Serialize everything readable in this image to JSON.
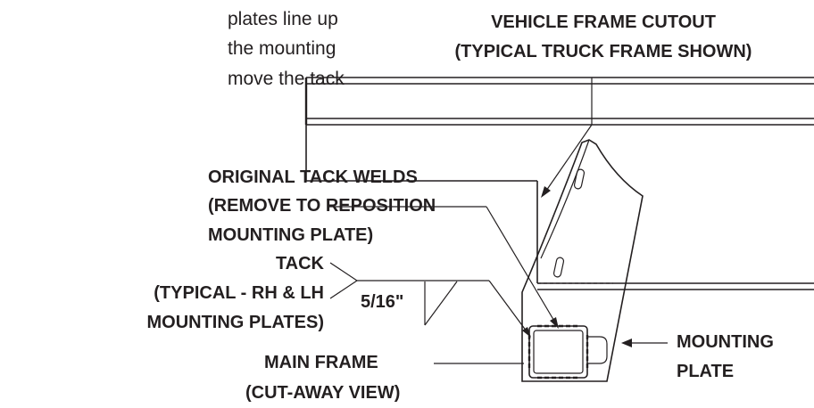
{
  "instructions": {
    "line1": "plates line up",
    "line2": "the mounting",
    "line3": "move the tack"
  },
  "callouts": {
    "frame_cutout": {
      "line1": "VEHICLE FRAME CUTOUT",
      "line2": "(TYPICAL TRUCK FRAME SHOWN)"
    },
    "tack_welds": {
      "line1": "ORIGINAL TACK WELDS",
      "line2": "(REMOVE TO REPOSITION",
      "line3": "MOUNTING PLATE)"
    },
    "tack": {
      "line1": "TACK",
      "line2": "(TYPICAL - RH & LH",
      "line3": "MOUNTING PLATES)"
    },
    "weld_size": "5/16\"",
    "main_frame": {
      "line1": "MAIN FRAME",
      "line2": "(CUT-AWAY VIEW)"
    },
    "mounting_plate": {
      "line1": "MOUNTING",
      "line2": "PLATE"
    }
  }
}
